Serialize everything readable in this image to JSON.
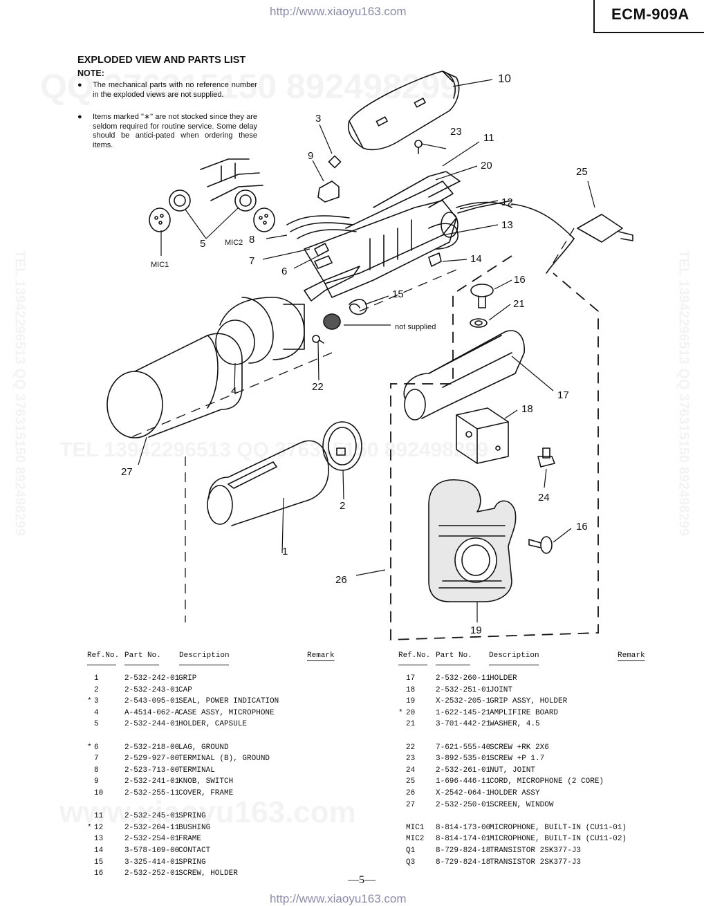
{
  "header": {
    "url_top": "http://www.xiaoyu163.com",
    "url_bottom": "http://www.xiaoyu163.com",
    "model": "ECM-909A"
  },
  "title": "EXPLODED VIEW AND PARTS LIST",
  "note": {
    "label": "NOTE:",
    "items": [
      "The mechanical parts with no reference number in the exploded views are not supplied.",
      "Items marked \"∗\" are not stocked since they are seldom required for routine service.  Some delay should be antici-pated when ordering these items."
    ]
  },
  "watermarks": {
    "qq": "QQ 376315150  892498299",
    "tel": "TEL 13942296513  QQ 376315150  892498299",
    "site": "www.xiaoyu163.com",
    "side": "TEL 13942296513  QQ 376315150  892498299"
  },
  "diagram": {
    "callouts": {
      "c1": "1",
      "c2": "2",
      "c3": "3",
      "c4": "4",
      "c5": "5",
      "c6": "6",
      "c7": "7",
      "c8": "8",
      "c9": "9",
      "c10": "10",
      "c11": "11",
      "c12": "12",
      "c13": "13",
      "c14": "14",
      "c15": "15",
      "c16a": "16",
      "c16b": "16",
      "c17": "17",
      "c18": "18",
      "c19": "19",
      "c20": "20",
      "c21": "21",
      "c22": "22",
      "c23": "23",
      "c24": "24",
      "c25": "25",
      "c26": "26",
      "c27": "27",
      "mic1": "MIC1",
      "mic2": "MIC2",
      "not_supplied": "not supplied"
    }
  },
  "parts_table": {
    "headers": {
      "ref": "Ref.No.",
      "part": "Part No.",
      "desc": "Description",
      "remark": "Remark"
    },
    "left": [
      {
        "mark": "",
        "ref": "1",
        "part": "2-532-242-01",
        "desc": "GRIP"
      },
      {
        "mark": "",
        "ref": "2",
        "part": "2-532-243-01",
        "desc": "CAP"
      },
      {
        "mark": "*",
        "ref": "3",
        "part": "2-543-095-01",
        "desc": "SEAL, POWER INDICATION"
      },
      {
        "mark": "",
        "ref": "4",
        "part": "A-4514-062-A",
        "desc": "CASE ASSY, MICROPHONE"
      },
      {
        "mark": "",
        "ref": "5",
        "part": "2-532-244-01",
        "desc": "HOLDER, CAPSULE"
      },
      {
        "gap": true
      },
      {
        "mark": "*",
        "ref": "6",
        "part": "2-532-218-00",
        "desc": "LAG, GROUND"
      },
      {
        "mark": "",
        "ref": "7",
        "part": "2-529-927-00",
        "desc": "TERMINAL (B), GROUND"
      },
      {
        "mark": "",
        "ref": "8",
        "part": "2-523-713-00",
        "desc": "TERMINAL"
      },
      {
        "mark": "",
        "ref": "9",
        "part": "2-532-241-01",
        "desc": "KNOB, SWITCH"
      },
      {
        "mark": "",
        "ref": "10",
        "part": "2-532-255-11",
        "desc": "COVER, FRAME"
      },
      {
        "gap": true
      },
      {
        "mark": "",
        "ref": "11",
        "part": "2-532-245-01",
        "desc": "SPRING"
      },
      {
        "mark": "*",
        "ref": "12",
        "part": "2-532-204-11",
        "desc": "BUSHING"
      },
      {
        "mark": "",
        "ref": "13",
        "part": "2-532-254-01",
        "desc": "FRAME"
      },
      {
        "mark": "",
        "ref": "14",
        "part": "3-578-109-00",
        "desc": "CONTACT"
      },
      {
        "mark": "",
        "ref": "15",
        "part": "3-325-414-01",
        "desc": "SPRING"
      },
      {
        "mark": "",
        "ref": "16",
        "part": "2-532-252-01",
        "desc": "SCREW, HOLDER"
      }
    ],
    "right": [
      {
        "mark": "",
        "ref": "17",
        "part": "2-532-260-11",
        "desc": "HOLDER"
      },
      {
        "mark": "",
        "ref": "18",
        "part": "2-532-251-01",
        "desc": "JOINT"
      },
      {
        "mark": "",
        "ref": "19",
        "part": "X-2532-205-1",
        "desc": "GRIP ASSY, HOLDER"
      },
      {
        "mark": "*",
        "ref": "20",
        "part": "1-622-145-21",
        "desc": "AMPLIFIRE BOARD"
      },
      {
        "mark": "",
        "ref": "21",
        "part": "3-701-442-21",
        "desc": "WASHER, 4.5"
      },
      {
        "gap": true
      },
      {
        "mark": "",
        "ref": "22",
        "part": "7-621-555-40",
        "desc": "SCREW +RK 2X6"
      },
      {
        "mark": "",
        "ref": "23",
        "part": "3-892-535-01",
        "desc": "SCREW +P 1.7"
      },
      {
        "mark": "",
        "ref": "24",
        "part": "2-532-261-01",
        "desc": "NUT, JOINT"
      },
      {
        "mark": "",
        "ref": "25",
        "part": "1-696-446-11",
        "desc": "CORD, MICROPHONE (2 CORE)"
      },
      {
        "mark": "",
        "ref": "26",
        "part": "X-2542-064-1",
        "desc": "HOLDER ASSY"
      },
      {
        "mark": "",
        "ref": "27",
        "part": "2-532-250-01",
        "desc": "SCREEN, WINDOW"
      },
      {
        "gap": true
      },
      {
        "mark": "",
        "ref": "MIC1",
        "part": "8-814-173-00",
        "desc": "MICROPHONE, BUILT-IN (CU11-01)"
      },
      {
        "mark": "",
        "ref": "MIC2",
        "part": "8-814-174-01",
        "desc": "MICROPHONE, BUILT-IN (CU11-02)"
      },
      {
        "mark": "",
        "ref": "Q1",
        "part": "8-729-824-18",
        "desc": "TRANSISTOR 2SK377-J3"
      },
      {
        "mark": "",
        "ref": "Q3",
        "part": "8-729-824-18",
        "desc": "TRANSISTOR 2SK377-J3"
      }
    ]
  },
  "footer": {
    "page": "—5—"
  }
}
